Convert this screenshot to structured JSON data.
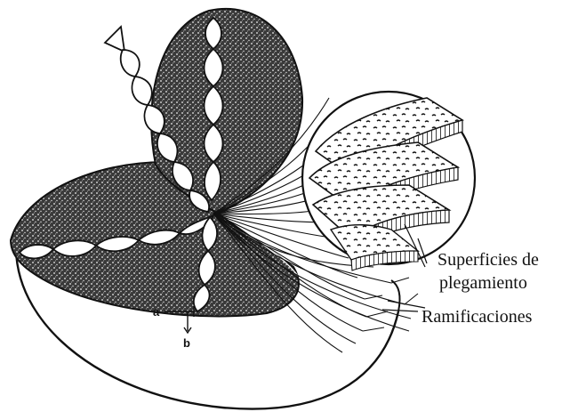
{
  "labels": {
    "folding_surfaces_line1": "Superficies de",
    "folding_surfaces_line2": "plegamiento",
    "branches": "Ramificaciones",
    "mark_a": "a",
    "mark_b": "b"
  }
}
